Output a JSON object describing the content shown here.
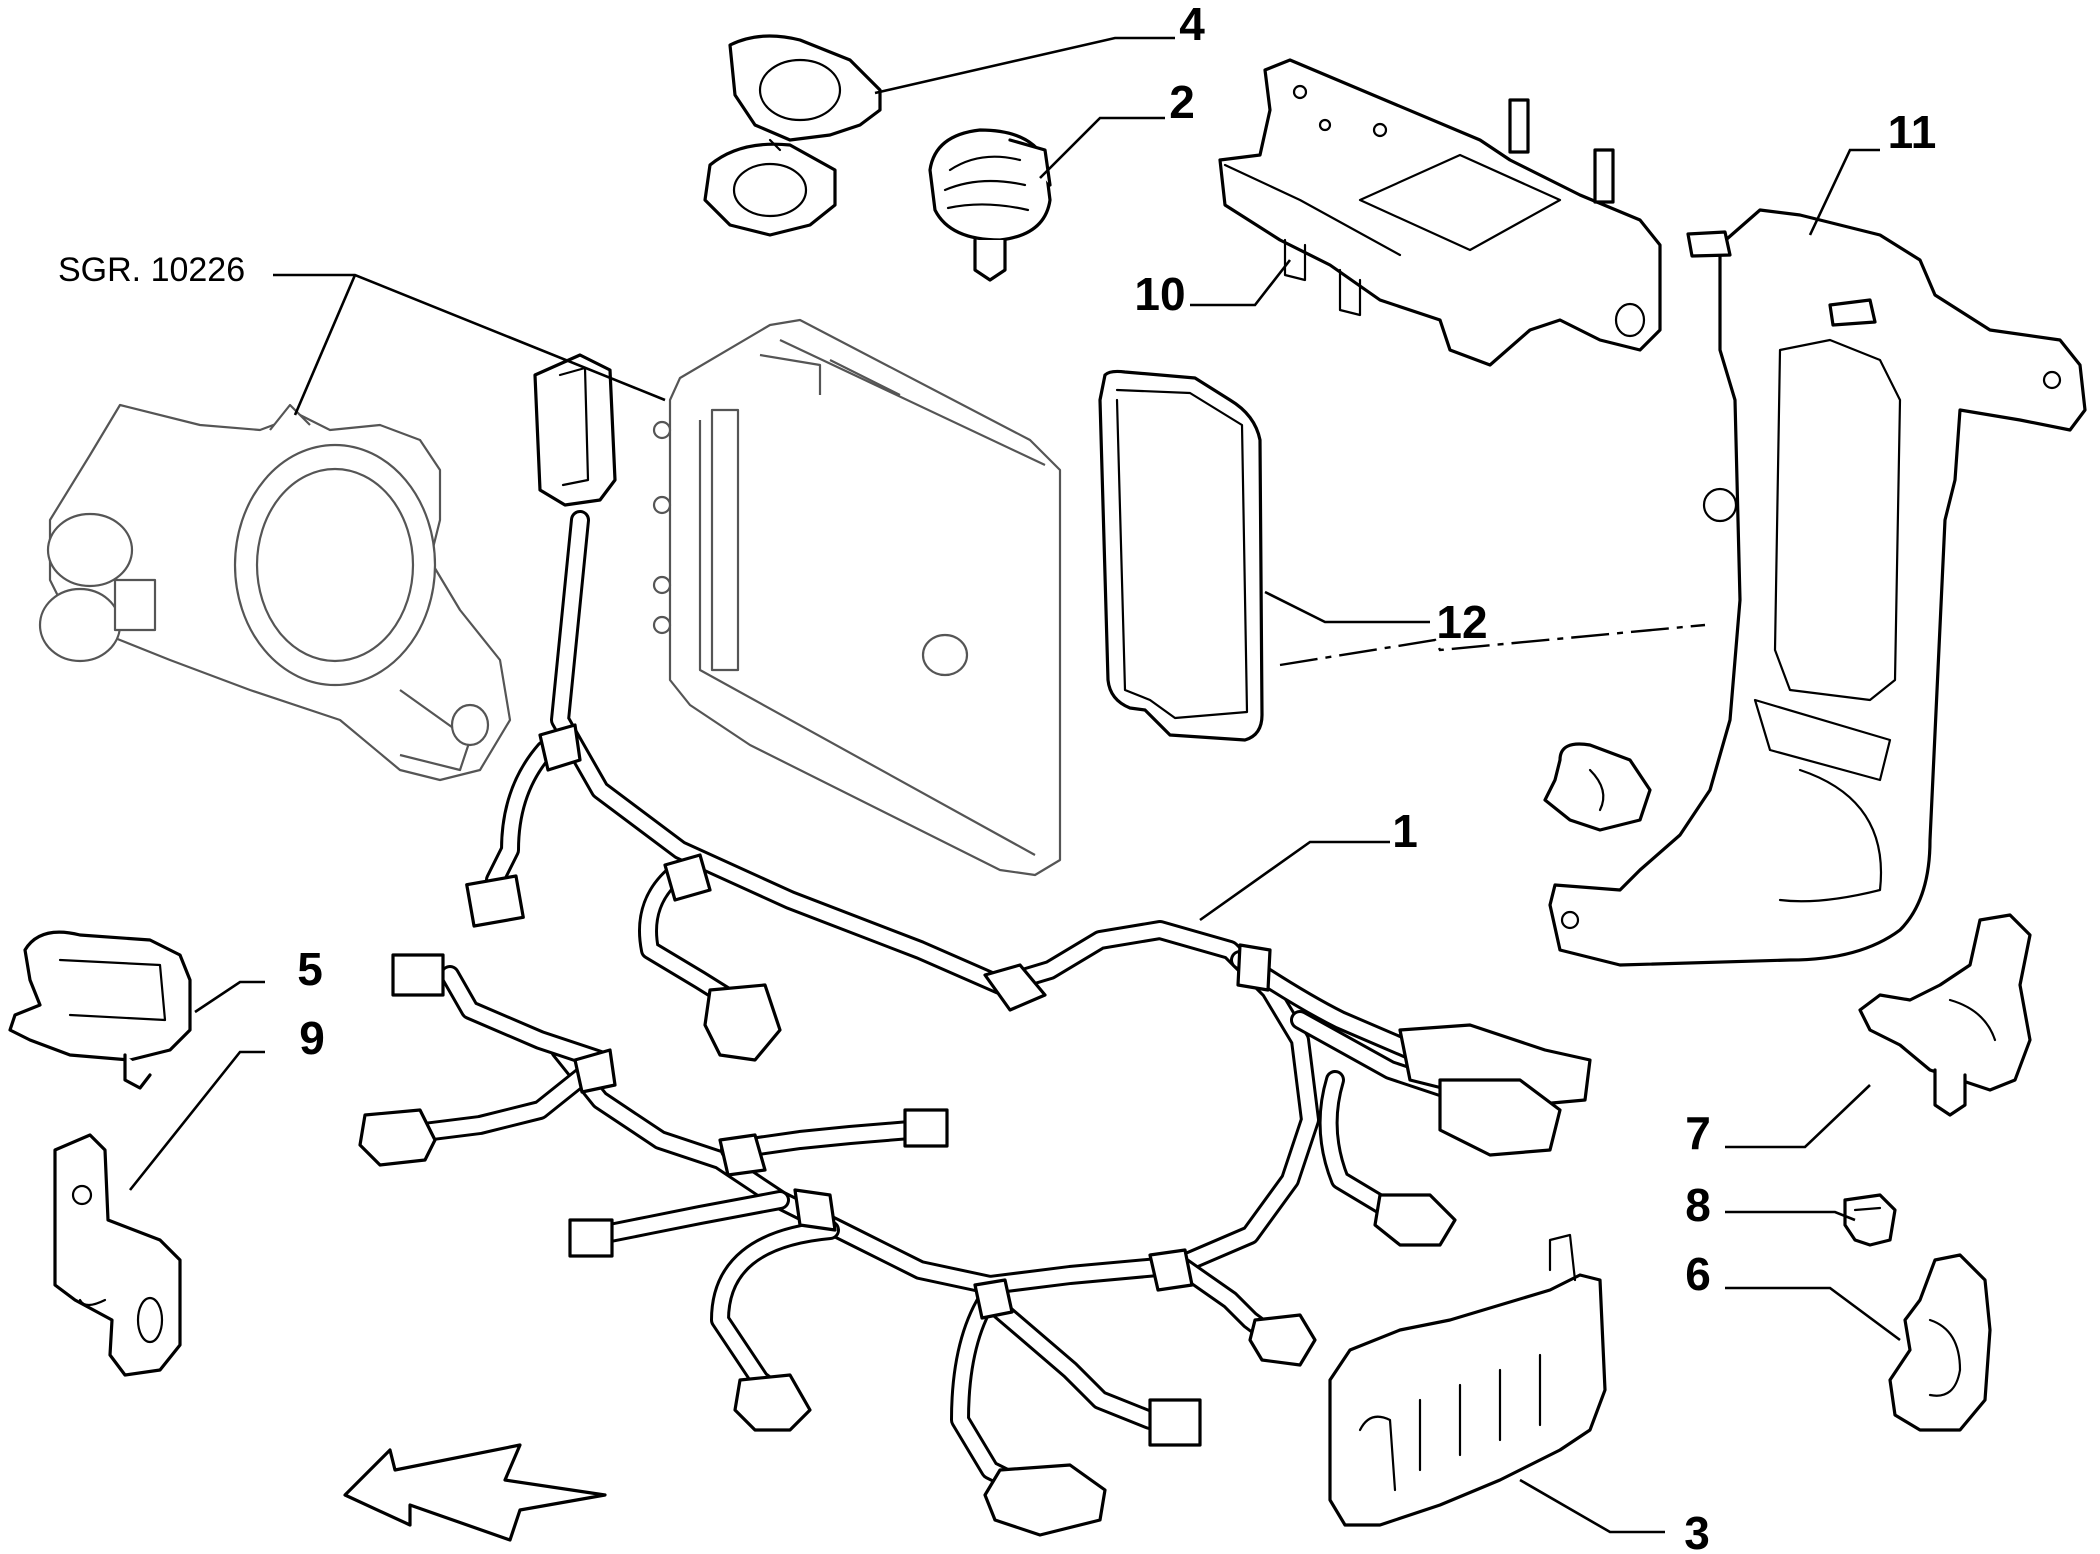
{
  "diagram": {
    "reference": "SGR. 10226",
    "callouts": [
      {
        "id": "1",
        "label": "1"
      },
      {
        "id": "2",
        "label": "2"
      },
      {
        "id": "3",
        "label": "3"
      },
      {
        "id": "4",
        "label": "4"
      },
      {
        "id": "5",
        "label": "5"
      },
      {
        "id": "6",
        "label": "6"
      },
      {
        "id": "7",
        "label": "7"
      },
      {
        "id": "8",
        "label": "8"
      },
      {
        "id": "9",
        "label": "9"
      },
      {
        "id": "10",
        "label": "10"
      },
      {
        "id": "11",
        "label": "11"
      },
      {
        "id": "12",
        "label": "12"
      }
    ]
  }
}
